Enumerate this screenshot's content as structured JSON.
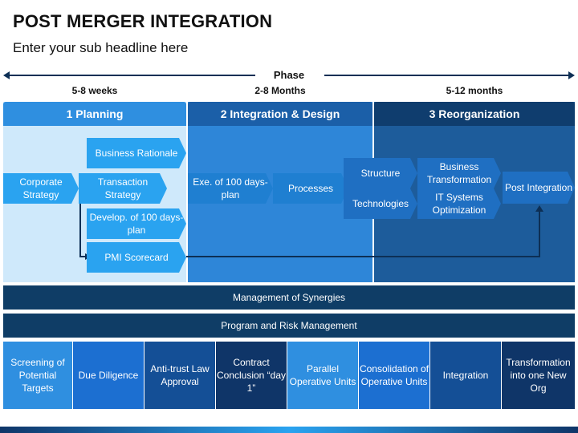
{
  "title": "POST MERGER INTEGRATION",
  "subtitle": "Enter your sub headline here",
  "phase": {
    "label": "Phase",
    "durations": [
      "5-8 weeks",
      "2-8 Months",
      "5-12 months"
    ]
  },
  "columns": [
    {
      "header": "1 Planning"
    },
    {
      "header": "2 Integration & Design"
    },
    {
      "header": "3 Reorganization"
    }
  ],
  "planning": {
    "business_rationale": "Business Rationale",
    "corporate_strategy": "Corporate Strategy",
    "transaction_strategy": "Transaction Strategy",
    "develop_plan": "Develop. of 100 days-plan",
    "pmi_scorecard": "PMI Scorecard"
  },
  "integration": {
    "exe_plan": "Exe. of 100 days-plan",
    "processes": "Processes"
  },
  "reorganization": {
    "structure": "Structure",
    "technologies": "Technologies",
    "business_transformation": "Business Transformation",
    "it_systems": "IT Systems Optimization",
    "post_integration": "Post Integration"
  },
  "bars": [
    "Management of Synergies",
    "Program and Risk Management"
  ],
  "tiles": [
    {
      "label": "Screening of Potential Targets",
      "color": "#2f8fe0"
    },
    {
      "label": "Due Diligence",
      "color": "#1c6fd1"
    },
    {
      "label": "Anti-trust Law Approval",
      "color": "#144f96"
    },
    {
      "label": "Contract Conclusion “day 1”",
      "color": "#0f3568"
    },
    {
      "label": "Parallel Operative Units",
      "color": "#2f8fe0"
    },
    {
      "label": "Consolidation of Operative Units",
      "color": "#1c6fd1"
    },
    {
      "label": "Integration",
      "color": "#144f96"
    },
    {
      "label": "Transformation into one New Org",
      "color": "#0f3568"
    }
  ]
}
